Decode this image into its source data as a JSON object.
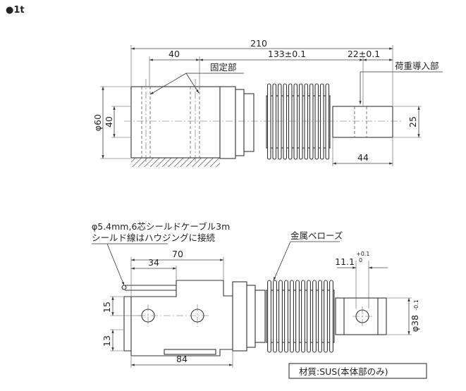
{
  "model": "●1t",
  "top_view": {
    "dims": {
      "overall": "210",
      "mount_span": "40",
      "center_span": "133±0.1",
      "load_offset": "22±0.1",
      "body_dia": "φ60",
      "mount_h": "40",
      "shaft_dia": "25",
      "shaft_len": "44"
    },
    "labels": {
      "fixed_part": "固定部",
      "load_point": "荷重導入部"
    }
  },
  "bottom_view": {
    "cable_note_1": "φ5.4mm,6芯シールドケーブル3m",
    "cable_note_2": "シールド線はハウジングに接続",
    "bellows": "金属ベローズ",
    "dims": {
      "block_len": "70",
      "hole_pitch": "34",
      "hole_off": "15",
      "base_h": "13",
      "base_len": "84",
      "hole_main": "11.1",
      "tol_upper": "+0.1",
      "tol_lower": "0",
      "end_dia": "φ38",
      "end_tol": "-0.1"
    },
    "material": "材質:SUS(本体部のみ)"
  }
}
